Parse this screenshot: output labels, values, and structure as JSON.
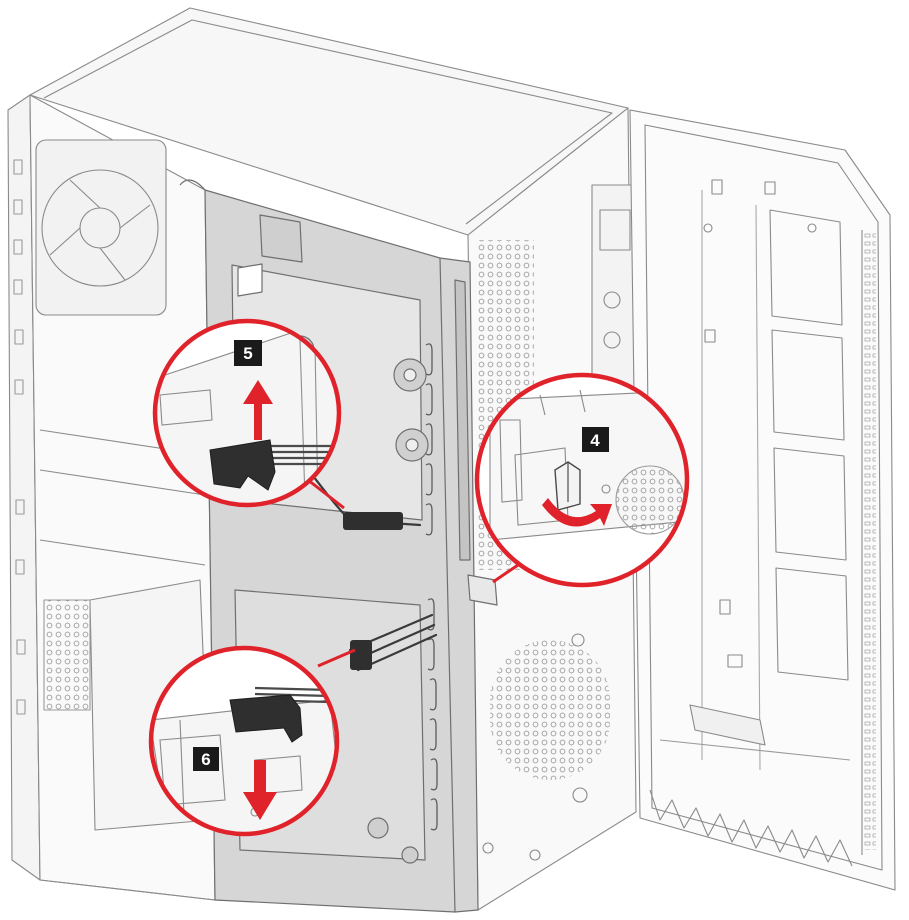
{
  "callouts": [
    {
      "id": "step-4",
      "label": "4"
    },
    {
      "id": "step-5",
      "label": "5"
    },
    {
      "id": "step-6",
      "label": "6"
    }
  ],
  "colors": {
    "callout_ring": "#e0222a",
    "arrow": "#e0222a",
    "badge": "#1a1a1a",
    "line": "#8a8a8a",
    "bracket_fill": "#d6d6d6"
  }
}
